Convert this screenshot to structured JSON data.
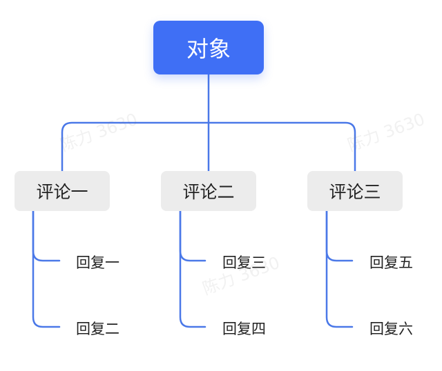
{
  "root": {
    "label": "对象"
  },
  "comments": [
    {
      "label": "评论一",
      "replies": [
        "回复一",
        "回复二"
      ]
    },
    {
      "label": "评论二",
      "replies": [
        "回复三",
        "回复四"
      ]
    },
    {
      "label": "评论三",
      "replies": [
        "回复五",
        "回复六"
      ]
    }
  ],
  "watermark": "陈力 3630",
  "colors": {
    "accent": "#3f6ff5",
    "line": "#4a78e8",
    "node_bg": "#ececec"
  }
}
